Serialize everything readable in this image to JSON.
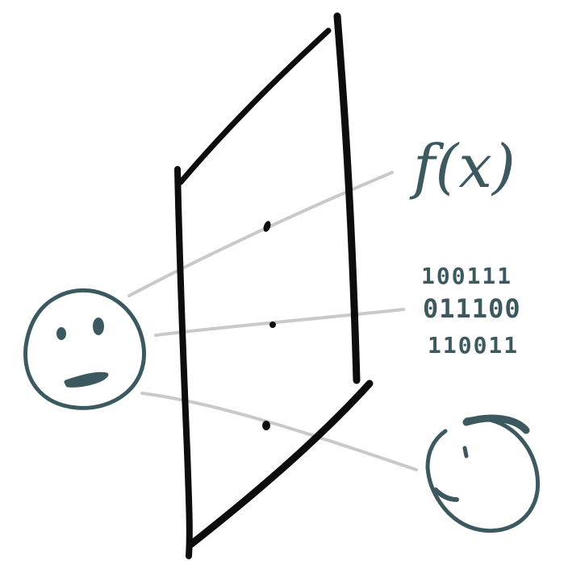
{
  "colors": {
    "background": "#ffffff",
    "frame": "#0d0d0d",
    "face": "#3c5960",
    "ray": "#c9c9c9",
    "label": "#3c5960"
  },
  "labels": {
    "function": "f(x)",
    "binary": [
      "100111",
      "011100",
      "110011"
    ]
  },
  "icons": {
    "left_face": "neutral-face-icon",
    "right_face": "profile-face-icon"
  }
}
